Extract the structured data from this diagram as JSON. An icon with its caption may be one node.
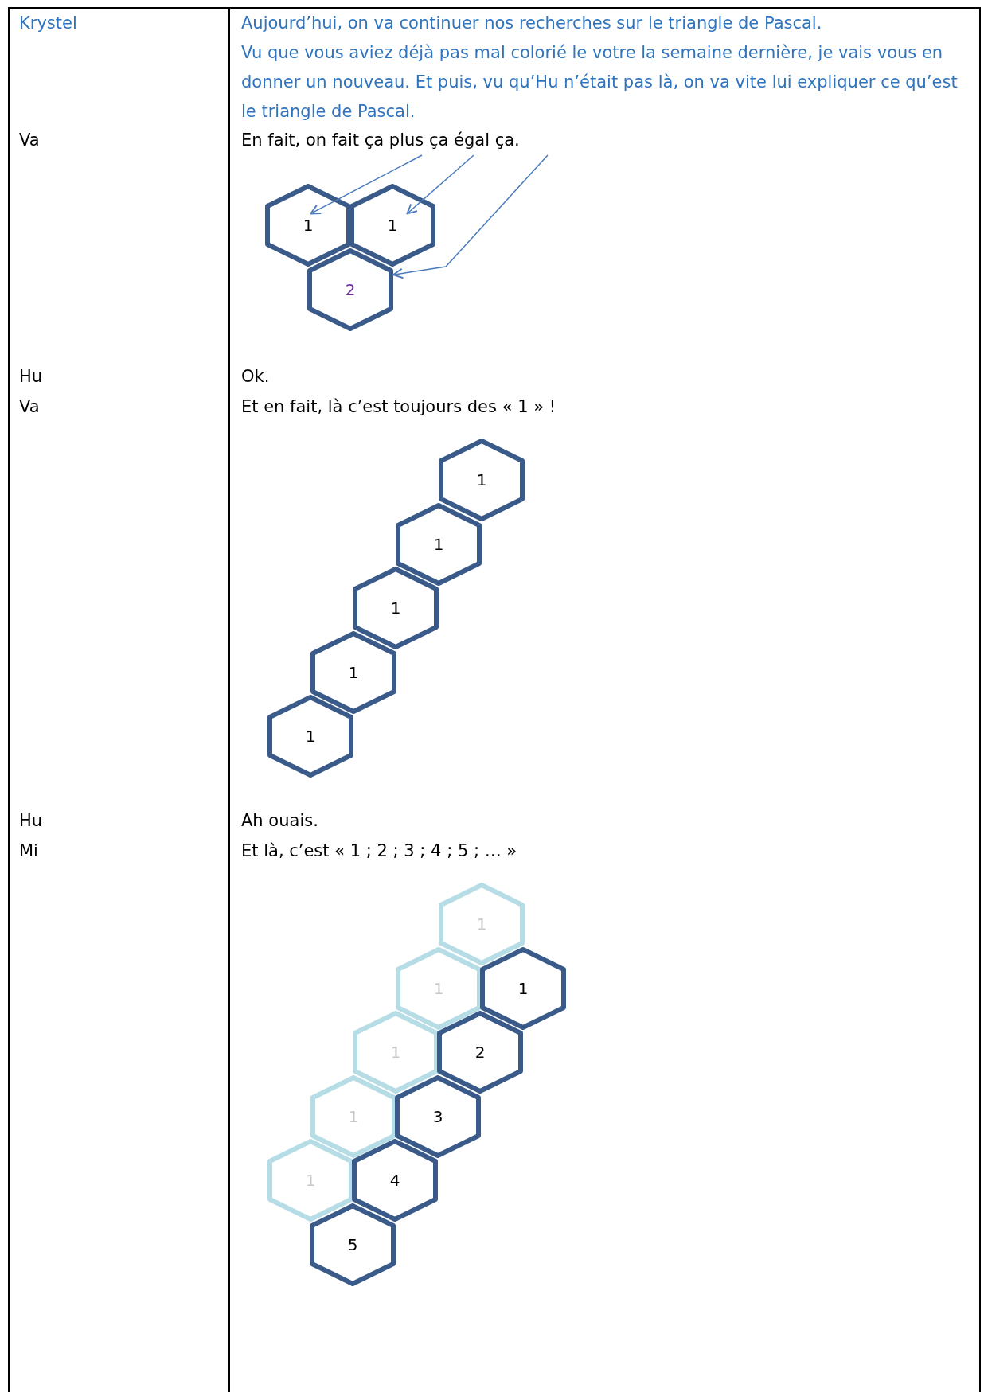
{
  "diagram": {
    "nodes": [
      {
        "text": [
          "En fait, on fait ça plus ça égal ça."
        ]
      },
      {
        "text": [
          "1"
        ]
      },
      {
        "text": [
          "1"
        ]
      },
      {
        "text": [
          "2"
        ]
      },
      {
        "text": [
          "1"
        ]
      },
      {
        "text": [
          "1"
        ]
      },
      {
        "text": [
          "1"
        ]
      },
      {
        "text": [
          "1"
        ]
      },
      {
        "text": [
          "1"
        ]
      },
      {
        "text": [
          "1"
        ]
      },
      {
        "text": [
          "1"
        ]
      },
      {
        "text": [
          "1"
        ]
      },
      {
        "text": [
          "1"
        ]
      },
      {
        "text": [
          "2"
        ]
      },
      {
        "text": [
          "1"
        ]
      },
      {
        "text": [
          "3"
        ]
      },
      {
        "text": [
          "1"
        ]
      },
      {
        "text": [
          "4"
        ]
      },
      {
        "text": [
          "5"
        ]
      }
    ],
    "edges": [
      {
        "from": 0,
        "to": 1,
        "arrow": "to"
      },
      {
        "from": 0,
        "to": 2,
        "arrow": "to"
      },
      {
        "from": 0,
        "to": 3,
        "arrow": "to"
      }
    ],
    "labels": [
      "Krystel",
      "Aujourd’hui, on va continuer nos recherches sur le triangle de Pascal.",
      "Vu que vous aviez déjà pas mal colorié le votre la semaine dernière, je vais vous en donner un nouveau. Et puis, vu qu’Hu n’était pas là, on va vite lui expliquer ce qu’est le triangle de Pascal.",
      "Va",
      "Hu",
      "Ok.",
      "Va",
      "Et en fait, là c’est toujours des « 1 » !",
      "Hu",
      "Ah ouais.",
      "Mi",
      "Et là, c’est « 1 ; 2 ; 3 ; 4 ; 5 ; … »"
    ]
  }
}
